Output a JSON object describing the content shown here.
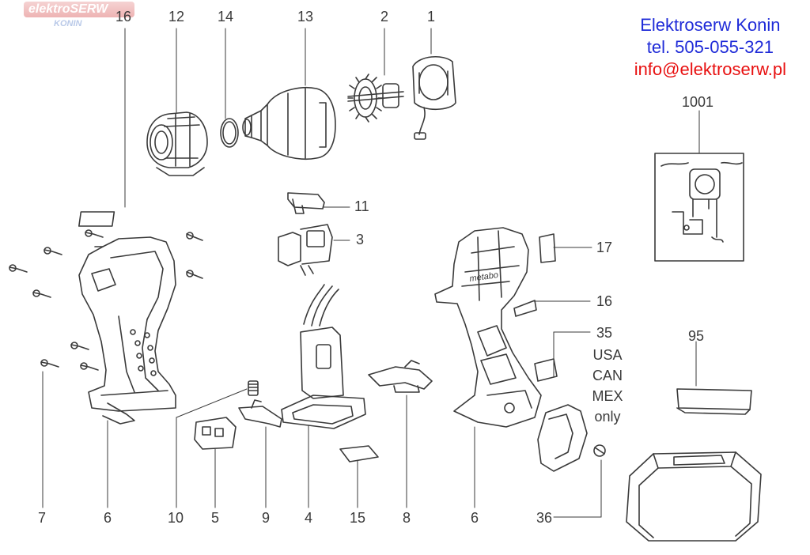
{
  "watermark": {
    "brand": "elektroSERW",
    "city": "KONIN"
  },
  "contact": {
    "company": "Elektroserw Konin",
    "phone": "tel. 505-055-321",
    "email": "info@elektroserw.pl"
  },
  "region_note": {
    "line1": "USA",
    "line2": "CAN",
    "line3": "MEX",
    "line4": "only"
  },
  "part_labels": {
    "p16_top": "16",
    "p12": "12",
    "p14": "14",
    "p13": "13",
    "p2": "2",
    "p1": "1",
    "p1001": "1001",
    "p11": "11",
    "p3": "3",
    "p17": "17",
    "p16_right": "16",
    "p35": "35",
    "p95": "95",
    "p7": "7",
    "p6_left": "6",
    "p10": "10",
    "p5": "5",
    "p9": "9",
    "p4": "4",
    "p15": "15",
    "p8": "8",
    "p6_right": "6",
    "p36": "36"
  },
  "housing_text": "metabo",
  "colors": {
    "contact_blue": "#1f2bd8",
    "contact_red": "#e81010",
    "line": "#3a3a3a"
  }
}
